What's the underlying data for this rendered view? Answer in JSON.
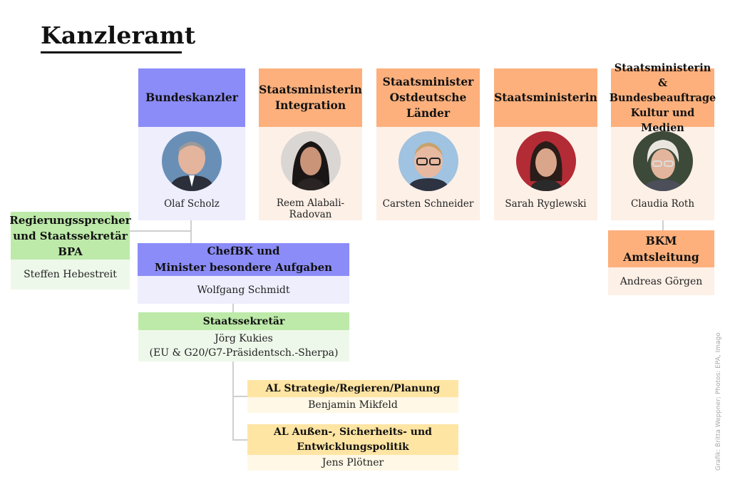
{
  "title": "Kanzleramt",
  "credit": "Grafik: Britta Weppner; Photos: EPA, Imago",
  "colors": {
    "chancellor_head": "#8b8cf7",
    "chancellor_body": "#eeeefd",
    "minister_head": "#fdb07c",
    "minister_body": "#fdf0e7",
    "secretary_head": "#bdeaa9",
    "secretary_body": "#eef8ea",
    "department_head": "#ffe5a3",
    "department_body": "#fff8e6"
  },
  "top_row": [
    {
      "role": "Bundeskanzler",
      "name": "Olaf Scholz"
    },
    {
      "role": "Staatsministerin Integration",
      "name": "Reem Alabali-Radovan"
    },
    {
      "role": "Staatsminister Ostdeutsche Länder",
      "name": "Carsten Schneider"
    },
    {
      "role": "Staatsministerin",
      "name": "Sarah Ryglewski"
    },
    {
      "role": "Staatsministerin & Bundesbeauftrage Kultur und Medien",
      "name": "Claudia Roth"
    }
  ],
  "spokesperson": {
    "role": "Regierungssprecher und Staatssekretär BPA",
    "name": "Steffen Hebestreit"
  },
  "chief": {
    "role_line1": "ChefBK und",
    "role_line2": "Minister besondere Aufgaben",
    "name": "Wolfgang Schmidt"
  },
  "state_secretary": {
    "role": "Staatssekretär",
    "name": "Jörg Kukies",
    "detail": "(EU & G20/G7-Präsidentsch.-Sherpa)"
  },
  "bkm": {
    "role_line1": "BKM",
    "role_line2": "Amtsleitung",
    "name": "Andreas Görgen"
  },
  "departments": [
    {
      "role": "AL Strategie/Regieren/Planung",
      "name": "Benjamin Mikfeld"
    },
    {
      "role": "AL Außen-, Sicherheits- und Entwicklungspolitik",
      "name": "Jens Plötner"
    }
  ]
}
